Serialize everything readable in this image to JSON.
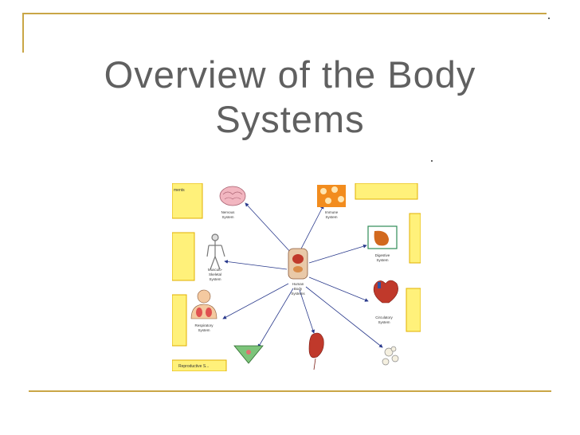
{
  "slide": {
    "title_line1": "Overview of the Body",
    "title_line2": "Systems"
  },
  "diagram": {
    "center_label": [
      "Human",
      "Body",
      "Systems"
    ],
    "labels": {
      "nervous": [
        "Nervous",
        "System"
      ],
      "immune": [
        "Immune",
        "System"
      ],
      "musculoskeletal": [
        "Musculo-",
        "Skeletal",
        "System"
      ],
      "digestive": [
        "Digestive",
        "System"
      ],
      "respiratory": [
        "Respiratory",
        "System"
      ],
      "circulatory": [
        "Circulatory",
        "System"
      ]
    },
    "card_fragments": {
      "top_left": "ments",
      "reproductive": "Reproductive S..."
    }
  }
}
